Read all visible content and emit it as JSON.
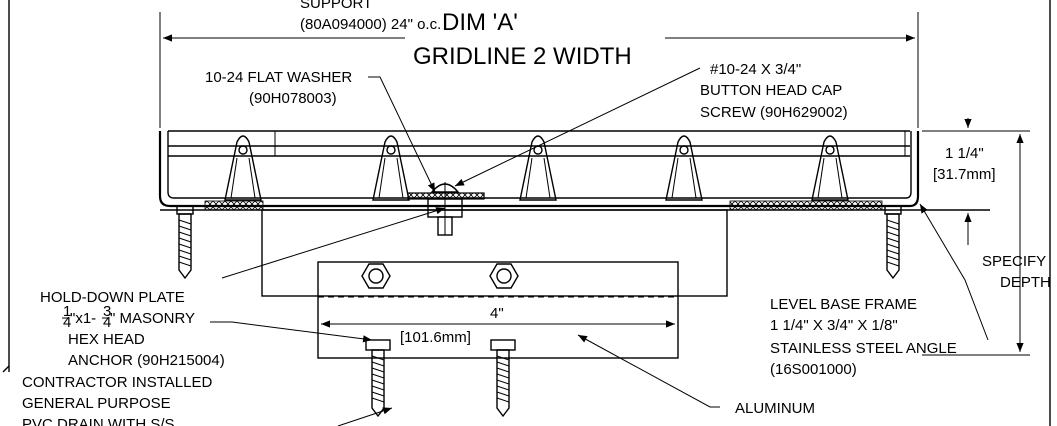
{
  "labels": {
    "support_line1": "SUPPORT",
    "support_line2": "(80A094000) 24\" o.c.",
    "dim_a": "DIM 'A'",
    "gridline_width": "GRIDLINE 2 WIDTH",
    "flat_washer_line1": "10-24 FLAT WASHER",
    "flat_washer_line2": "(90H078003)",
    "cap_screw_line1": "#10-24 X 3/4\"",
    "cap_screw_line2": "BUTTON HEAD CAP",
    "cap_screw_line3": "SCREW (90H629002)",
    "height_imperial": "1 1/4\"",
    "height_metric": "[31.7mm]",
    "specify_line1": "SPECIFY",
    "specify_line2": "DEPTH",
    "hold_down_plate": "HOLD-DOWN PLATE",
    "masonry_line1": "\"x1-",
    "masonry_line1b": "\" MASONRY",
    "masonry_frac1_num": "1",
    "masonry_frac1_den": "4",
    "masonry_frac2_num": "3",
    "masonry_frac2_den": "4",
    "masonry_line2": "HEX HEAD",
    "masonry_line3": "ANCHOR (90H215004)",
    "contractor_line1": "CONTRACTOR INSTALLED",
    "contractor_line2": "GENERAL PURPOSE",
    "contractor_line3": "PVC DRAIN WITH S/S",
    "width_imperial": "4\"",
    "width_metric": "[101.6mm]",
    "level_line1": "LEVEL BASE FRAME",
    "level_line2": "1 1/4\" X 3/4\" X 1/8\"",
    "level_line3": "STAINLESS STEEL ANGLE",
    "level_line4": "(16S001000)",
    "aluminum": "ALUMINUM"
  }
}
